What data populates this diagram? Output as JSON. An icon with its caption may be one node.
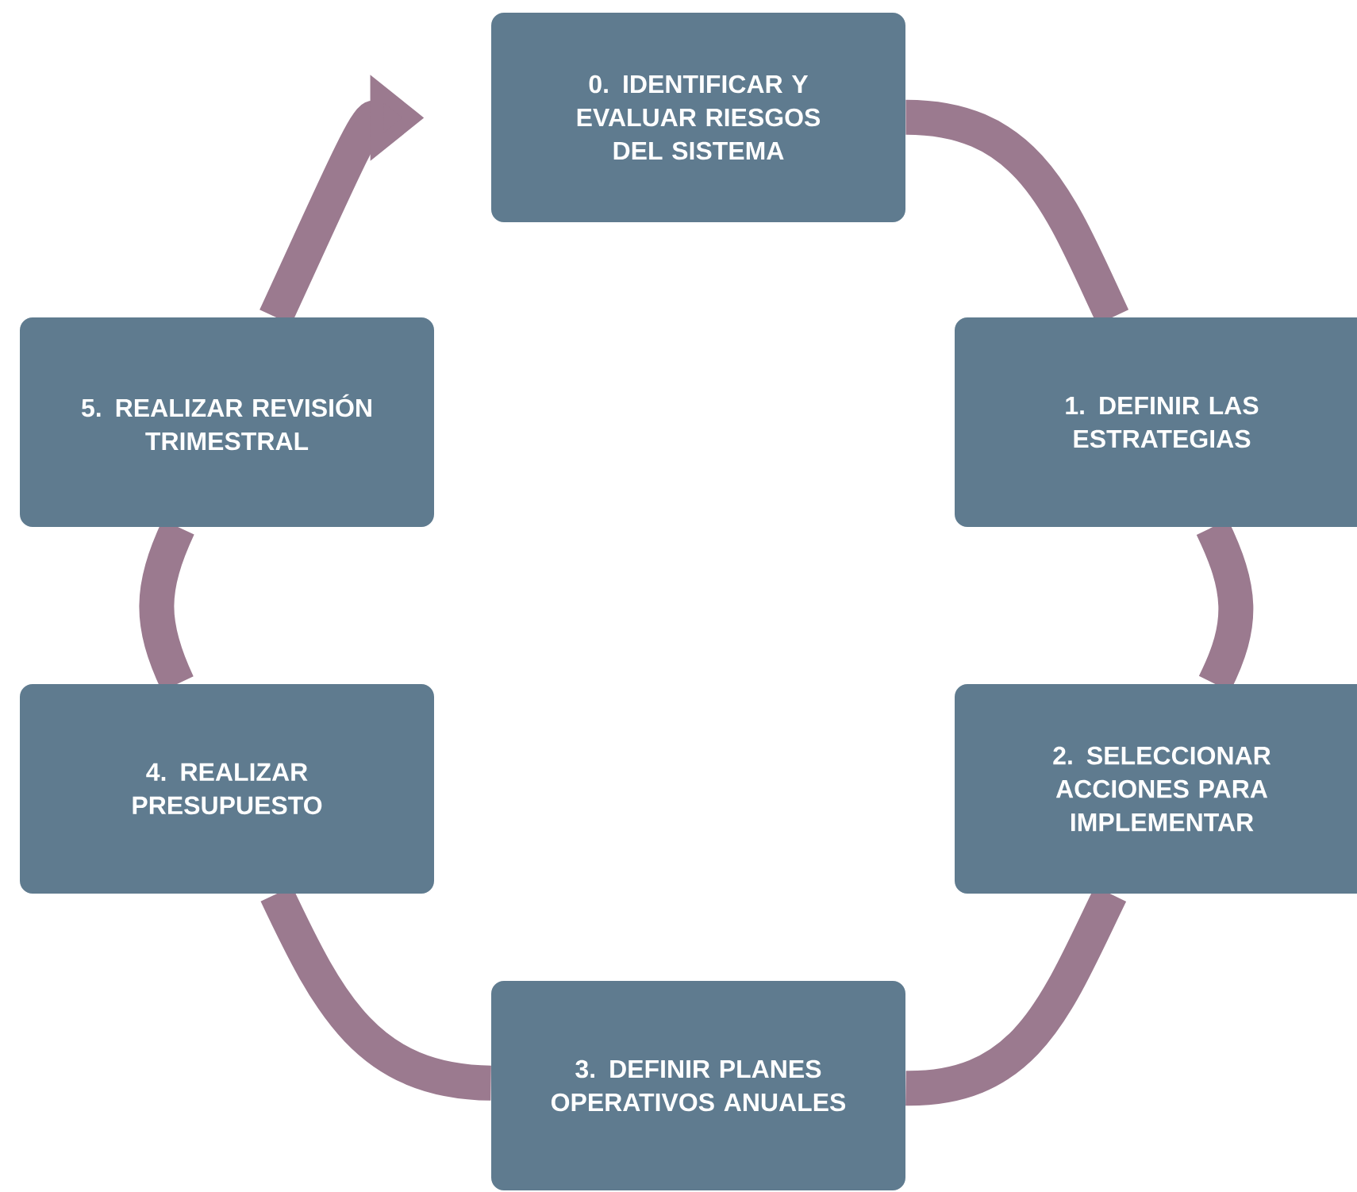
{
  "diagram": {
    "nodes": [
      {
        "text": [
          "0. IDENTIFICAR Y EVALUAR RIESGOS DEL SISTEMA"
        ]
      },
      {
        "text": [
          "1. DEFINIR LAS ESTRATEGIAS"
        ]
      },
      {
        "text": [
          "2. SELECCIONAR ACCIONES PARA IMPLEMENTAR"
        ]
      },
      {
        "text": [
          "3. DEFINIR PLANES OPERATIVOS ANUALES"
        ]
      },
      {
        "text": [
          "4. REALIZAR PRESUPUESTO"
        ]
      },
      {
        "text": [
          "5. REALIZAR REVISIÓN TRIMESTRAL"
        ]
      }
    ],
    "edges": [
      {
        "from": 0,
        "to": 1,
        "arrow": "none"
      },
      {
        "from": 1,
        "to": 2,
        "arrow": "none"
      },
      {
        "from": 2,
        "to": 3,
        "arrow": "none"
      },
      {
        "from": 3,
        "to": 4,
        "arrow": "none"
      },
      {
        "from": 4,
        "to": 5,
        "arrow": "none"
      },
      {
        "from": 5,
        "to": 0,
        "arrow": "to"
      }
    ]
  }
}
